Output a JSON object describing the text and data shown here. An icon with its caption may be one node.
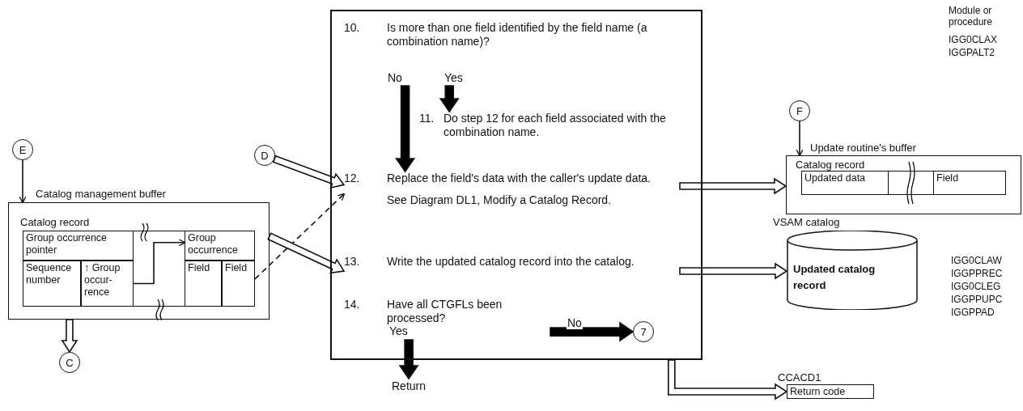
{
  "diagram": {
    "nodes": [
      {
        "text": [
          "E"
        ]
      },
      {
        "text": [
          "Catalog management buffer"
        ]
      },
      {
        "text": [
          "Catalog record"
        ],
        "in": 1
      },
      {
        "text": [
          "Group occurrence pointer"
        ],
        "in": 2
      },
      {
        "text": [
          "Sequence number"
        ],
        "in": 2
      },
      {
        "text": [
          "↑ Group occur- rence"
        ],
        "in": 2
      },
      {
        "text": [
          "Group occurrence"
        ],
        "in": 2
      },
      {
        "text": [
          "Field"
        ],
        "in": 2
      },
      {
        "text": [
          "Field"
        ],
        "in": 2
      },
      {
        "text": [
          "C"
        ]
      },
      {
        "text": [
          "D"
        ]
      },
      {
        "text": [],
        "shape": "box"
      },
      {
        "text": [
          "10.",
          "Is more than one field identified by the field name (a combination name)?"
        ],
        "in": 11
      },
      {
        "text": [
          "11.",
          "Do step 12 for each field associated with the combination name."
        ],
        "in": 11
      },
      {
        "text": [
          "12.",
          "Replace the field's data with the caller's update data.",
          "See Diagram DL1, Modify a Catalog Record."
        ],
        "in": 11
      },
      {
        "text": [
          "13.",
          "Write the updated catalog record into the catalog."
        ],
        "in": 11
      },
      {
        "text": [
          "14.",
          "Have all CTGFLs been processed?"
        ],
        "in": 11
      },
      {
        "text": [
          "7"
        ],
        "in": 11
      },
      {
        "text": [
          "Return"
        ]
      },
      {
        "text": [
          "F"
        ]
      },
      {
        "text": [
          "Update routine's buffer"
        ]
      },
      {
        "text": [
          "Catalog record"
        ],
        "in": 20
      },
      {
        "text": [
          "Updated data"
        ],
        "in": 21
      },
      {
        "text": [
          "Field"
        ],
        "in": 21
      },
      {
        "text": [
          "VSAM catalog",
          "Updated catalog record"
        ]
      },
      {
        "text": [
          "Return code"
        ],
        "beside": [
          "CCACD1"
        ]
      }
    ],
    "edges": [
      {
        "from": 0,
        "to": 1,
        "arrow": "to"
      },
      {
        "from": 5,
        "to": 6,
        "arrow": "to"
      },
      {
        "from": 1,
        "to": 9,
        "arrow": "to",
        "style": "thick"
      },
      {
        "from": 10,
        "to": 14,
        "arrow": "to",
        "style": "thick"
      },
      {
        "from": 8,
        "to": 14,
        "arrow": "to",
        "style": "dashed"
      },
      {
        "from": 1,
        "to": 15,
        "arrow": "to",
        "style": "thick"
      },
      {
        "from": 12,
        "to": 13,
        "arrow": "to",
        "label": "Yes",
        "style": "thick",
        "color": "#000000"
      },
      {
        "from": 12,
        "to": 14,
        "arrow": "to",
        "label": "No",
        "style": "thick",
        "color": "#000000"
      },
      {
        "from": 16,
        "to": 18,
        "arrow": "to",
        "label": "Yes",
        "style": "thick",
        "color": "#000000"
      },
      {
        "from": 16,
        "to": 17,
        "arrow": "to",
        "label": "No",
        "style": "thick",
        "color": "#000000"
      },
      {
        "from": 19,
        "to": 20,
        "arrow": "to"
      },
      {
        "from": 14,
        "to": 20,
        "arrow": "to",
        "style": "thick"
      },
      {
        "from": 15,
        "to": 24,
        "arrow": "to",
        "style": "thick"
      },
      {
        "from": 11,
        "to": 25,
        "arrow": "to",
        "style": "thick"
      }
    ],
    "labels": [
      "Module or procedure",
      "IGG0CLAX",
      "IGGPALT2",
      "IGG0CLAW",
      "IGGPPREC",
      "IGG0CLEG",
      "IGGPPUPC",
      "IGGPPAD"
    ]
  }
}
